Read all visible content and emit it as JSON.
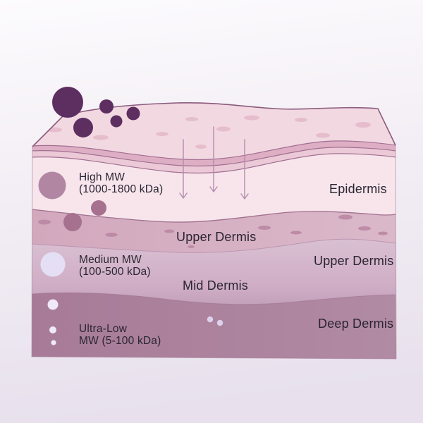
{
  "diagram": {
    "type": "skin-cross-section-molecular-weight-penetration",
    "molecule_groups": [
      {
        "id": "high",
        "line1": "High MW",
        "line2": "(1000-1800 kDa)",
        "depth_reached": "Epidermis"
      },
      {
        "id": "medium",
        "line1": "Medium MW",
        "line2": "(100-500 kDa)",
        "depth_reached": "Mid Dermis"
      },
      {
        "id": "ultra_low",
        "line1": "Ultra-Low",
        "line2": "MW (5-100 kDa)",
        "depth_reached": "Deep Dermis"
      }
    ],
    "layer_labels": {
      "epidermis": "Epidermis",
      "upper_dermis_center": "Upper Dermis",
      "upper_dermis_right": "Upper Dermis",
      "mid_dermis": "Mid Dermis",
      "deep_dermis": "Deep Dermis"
    },
    "colors": {
      "molecule_high_surface": "#5d2e60",
      "molecule_high_settled": "#b186a3",
      "molecule_boundary": "#a6718e",
      "molecule_medium": "#e5dff5",
      "molecule_ultra_low": "#efe9f9",
      "skin_surface_fill": "#f2d8e1",
      "stratum_band_dark": "#deafc4",
      "stratum_band_light": "#ebc9d6",
      "epidermis_fill": "#f7e5eb",
      "upper_dermis_fill": "#d5aec2",
      "mid_dermis_fill": "#d7bccf",
      "deep_dermis_fill": "#a97d99",
      "arrow": "#b58cae",
      "outline": "#8c5c7e",
      "text": "#2a2531",
      "background_top": "#fcfbfd",
      "background_bottom": "#e8e1ed"
    }
  }
}
